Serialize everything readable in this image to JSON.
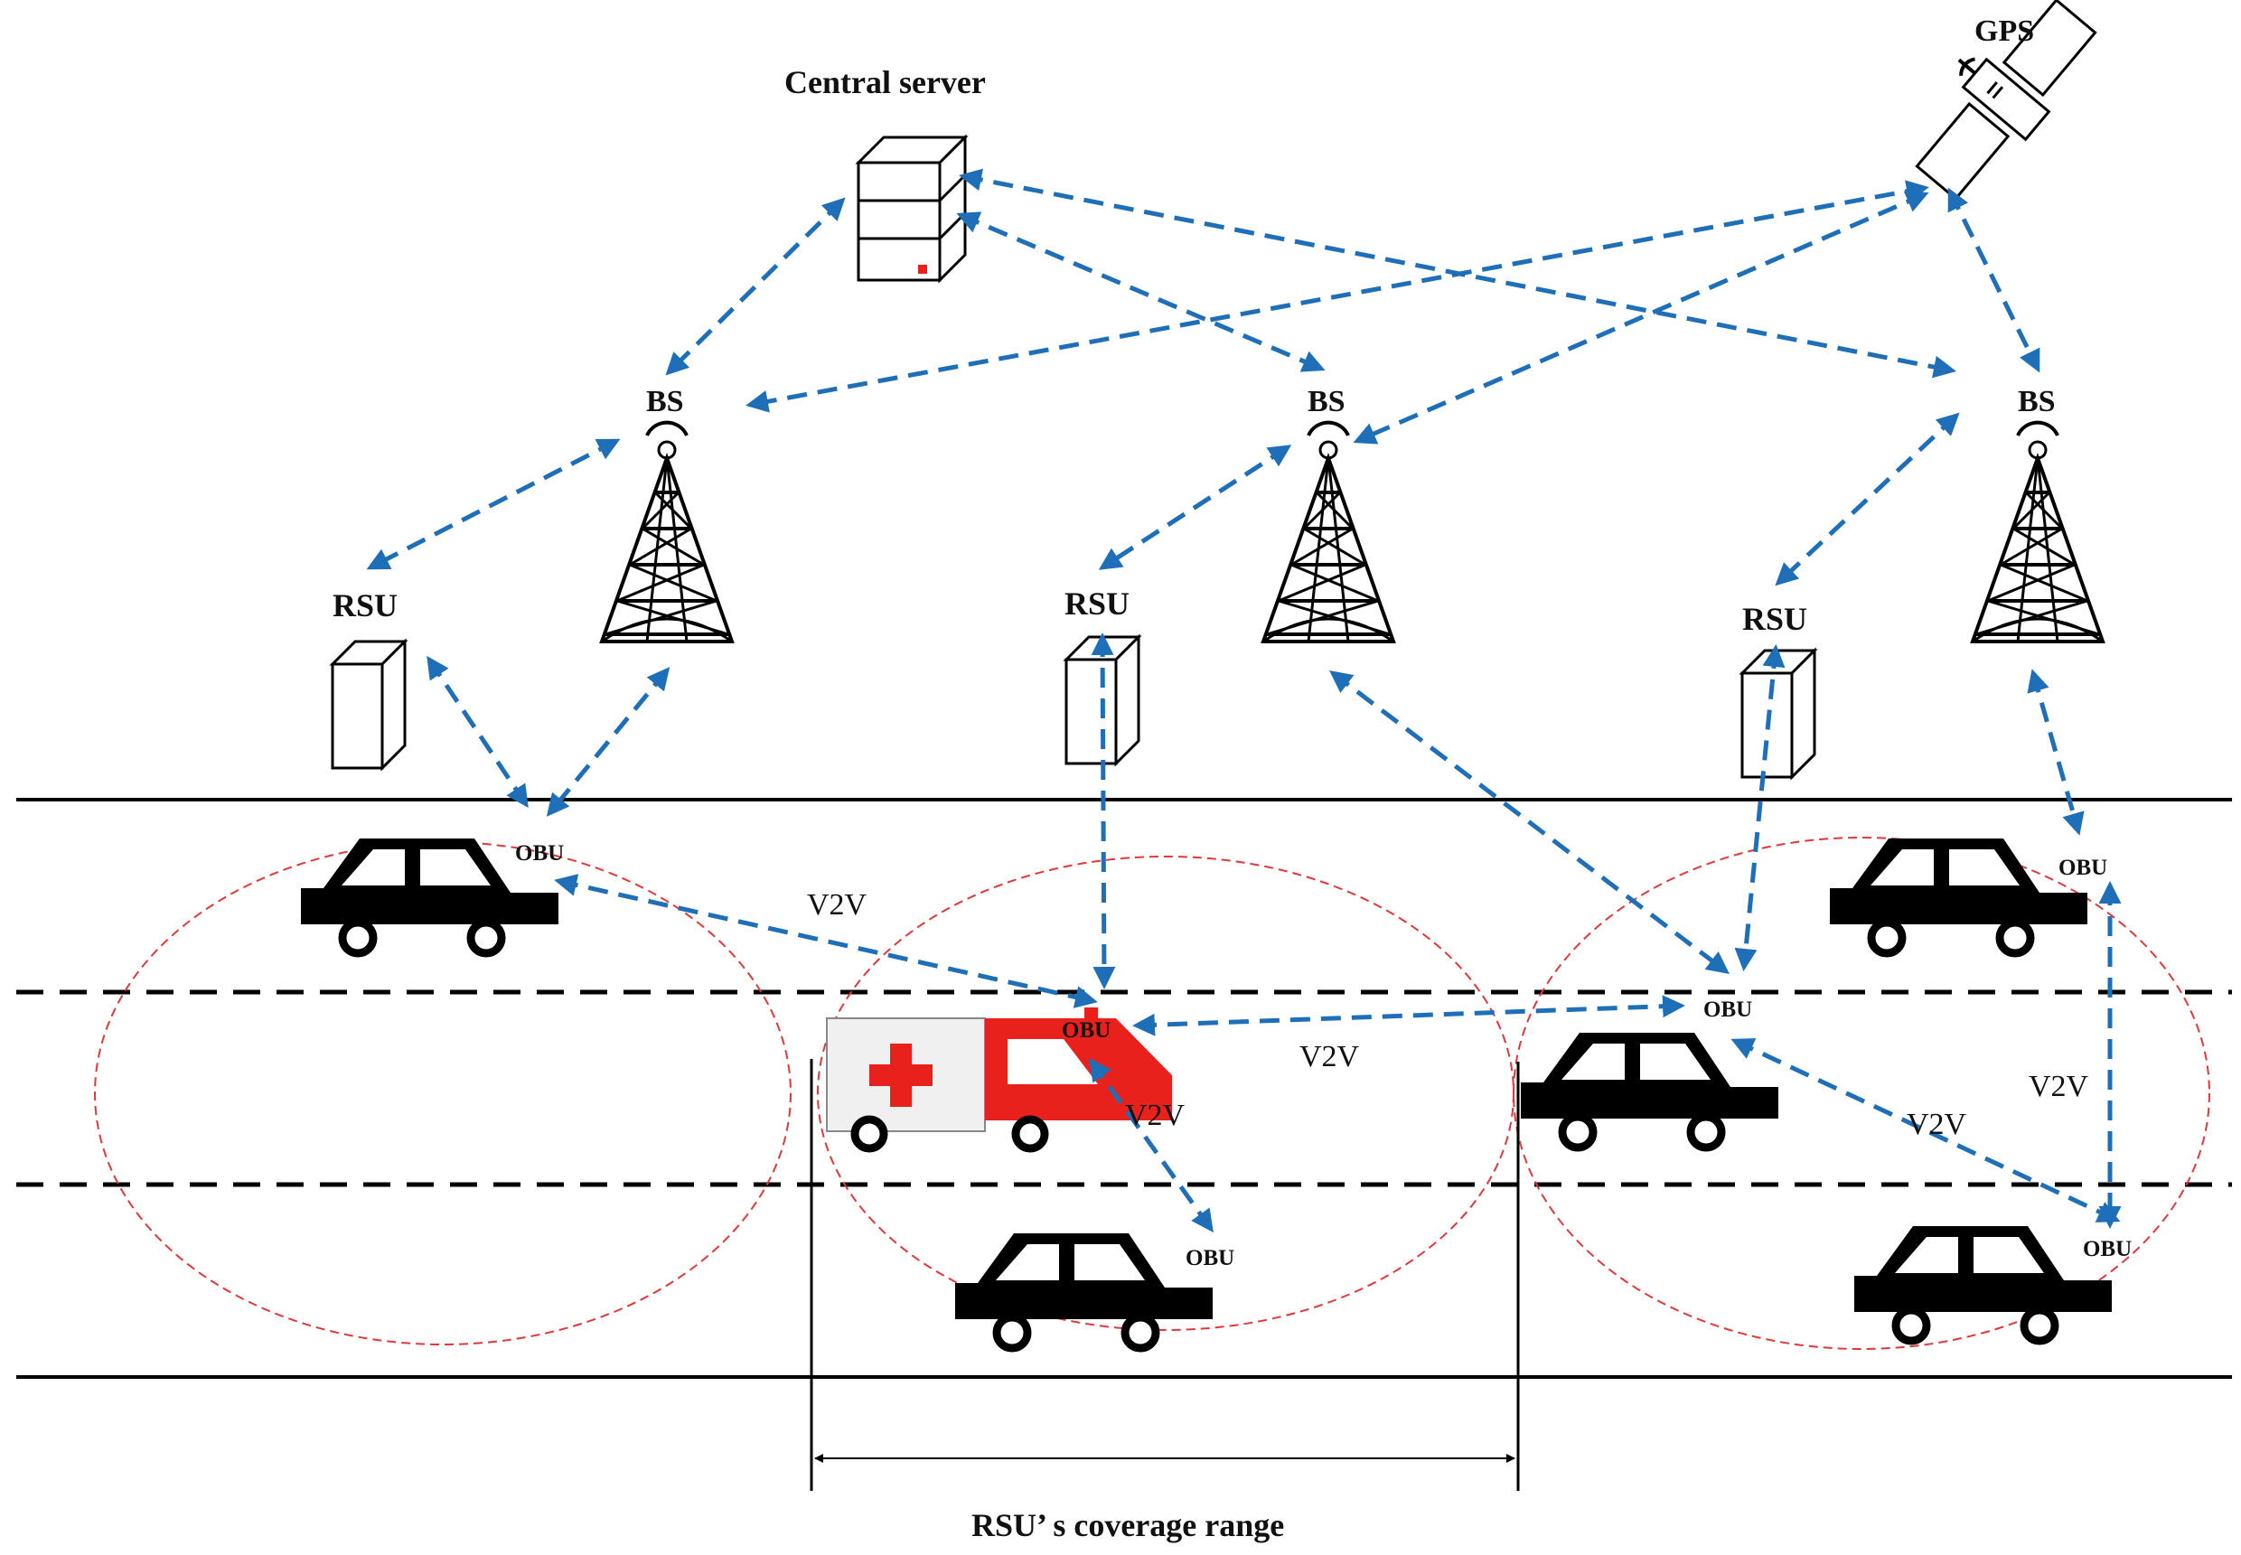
{
  "labels": {
    "central_server": "Central server",
    "gps": "GPS",
    "bs": "BS",
    "rsu": "RSU",
    "obu": "OBU",
    "v2v": "V2V",
    "coverage": "RSU’ s coverage range"
  },
  "colors": {
    "link": "#1f6fb8",
    "coverage": "#e0393b",
    "ambulance_red": "#e8211d",
    "road": "#000000"
  }
}
